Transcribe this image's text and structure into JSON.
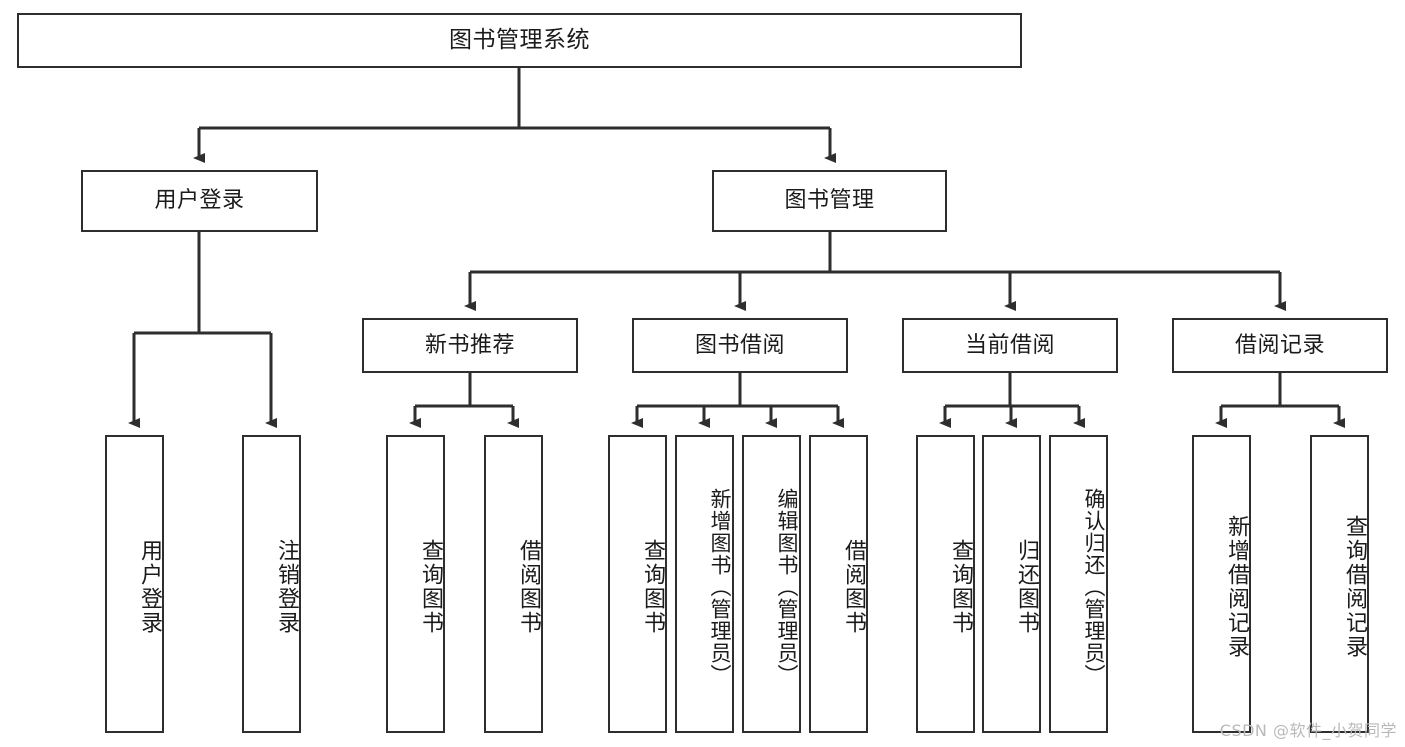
{
  "diagram": {
    "title": "图书管理系统",
    "type": "hierarchy-tree",
    "levels": 4,
    "root": {
      "label": "图书管理系统"
    },
    "level2": [
      {
        "label": "用户登录"
      },
      {
        "label": "图书管理"
      }
    ],
    "level3": [
      {
        "label": "新书推荐"
      },
      {
        "label": "图书借阅"
      },
      {
        "label": "当前借阅"
      },
      {
        "label": "借阅记录"
      }
    ],
    "leaves": {
      "user_login": [
        {
          "label": "用户登录"
        },
        {
          "label": "注销登录"
        }
      ],
      "new_book_recommend": [
        {
          "label": "查询图书"
        },
        {
          "label": "借阅图书"
        }
      ],
      "book_borrow": [
        {
          "label": "查询图书"
        },
        {
          "label": "新增图书（管理员）"
        },
        {
          "label": "编辑图书（管理员）"
        },
        {
          "label": "借阅图书"
        }
      ],
      "current_borrow": [
        {
          "label": "查询图书"
        },
        {
          "label": "归还图书"
        },
        {
          "label": "确认归还（管理员）"
        }
      ],
      "borrow_record": [
        {
          "label": "新增借阅记录"
        },
        {
          "label": "查询借阅记录"
        }
      ]
    }
  },
  "watermark": {
    "text": "CSDN @软件_小贺同学"
  },
  "colors": {
    "border": "#2e2e2e",
    "text": "#1b1b1b",
    "background": "#ffffff",
    "watermark": "#b9b9b9"
  }
}
